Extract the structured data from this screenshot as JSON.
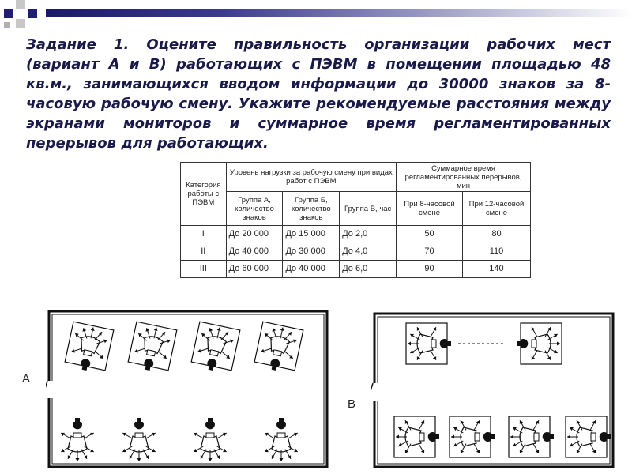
{
  "task_text": "Задание 1. Оцените правильность организации рабочих мест (вариант А и В) работающих с ПЭВМ в помещении площадью 48 кв.м., занимающихся вводом информации до 30000 знаков за 8-часовую рабочую смену. Укажите рекомендуемые расстояния между экранами мониторов и суммарное время регламентированных перерывов для работающих.",
  "table": {
    "header_category": "Категория работы с ПЭВМ",
    "header_load": "Уровень нагрузки за рабочую смену при видах работ с ПЭВМ",
    "header_breaks": "Суммарное время регламентированных перерывов, мин",
    "col_a": "Группа А, количество знаков",
    "col_b": "Группа Б, количество знаков",
    "col_v": "Группа В, час",
    "col_8h": "При 8-часовой смене",
    "col_12h": "При 12-часовой смене",
    "rows": [
      {
        "cat": "I",
        "a": "До 20 000",
        "b": "До 15 000",
        "v": "До 2,0",
        "h8": "50",
        "h12": "80"
      },
      {
        "cat": "II",
        "a": "До 40 000",
        "b": "До 30 000",
        "v": "До 4,0",
        "h8": "70",
        "h12": "110"
      },
      {
        "cat": "III",
        "a": "До 60 000",
        "b": "До 40 000",
        "v": "До 6,0",
        "h8": "90",
        "h12": "140"
      }
    ]
  },
  "variant_a_label": "A",
  "variant_b_label": "B",
  "colors": {
    "header_dark": "#1f1f6b",
    "text": "#1a1a4a"
  }
}
